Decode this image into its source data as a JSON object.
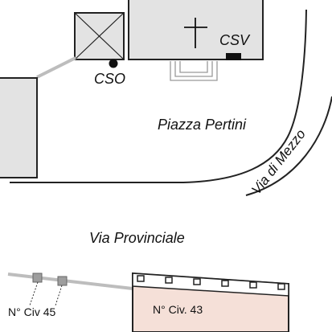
{
  "map": {
    "labels": {
      "cso": "CSO",
      "csv": "CSV",
      "square": "Piazza Pertini",
      "street_curve": "Via di Mezzo",
      "street_main": "Via Provinciale",
      "civ45": "N° Civ 45",
      "civ43": "N° Civ. 43"
    },
    "colors": {
      "building_fill": "#e3e3e3",
      "building_stroke": "#222222",
      "civ43_fill": "#f5e0d8",
      "road_line": "#222222",
      "pipe": "#bdbdbd",
      "marker": "#111111"
    },
    "symbols": {
      "church": "cross-icon",
      "tower": "crossed-box-icon"
    }
  }
}
